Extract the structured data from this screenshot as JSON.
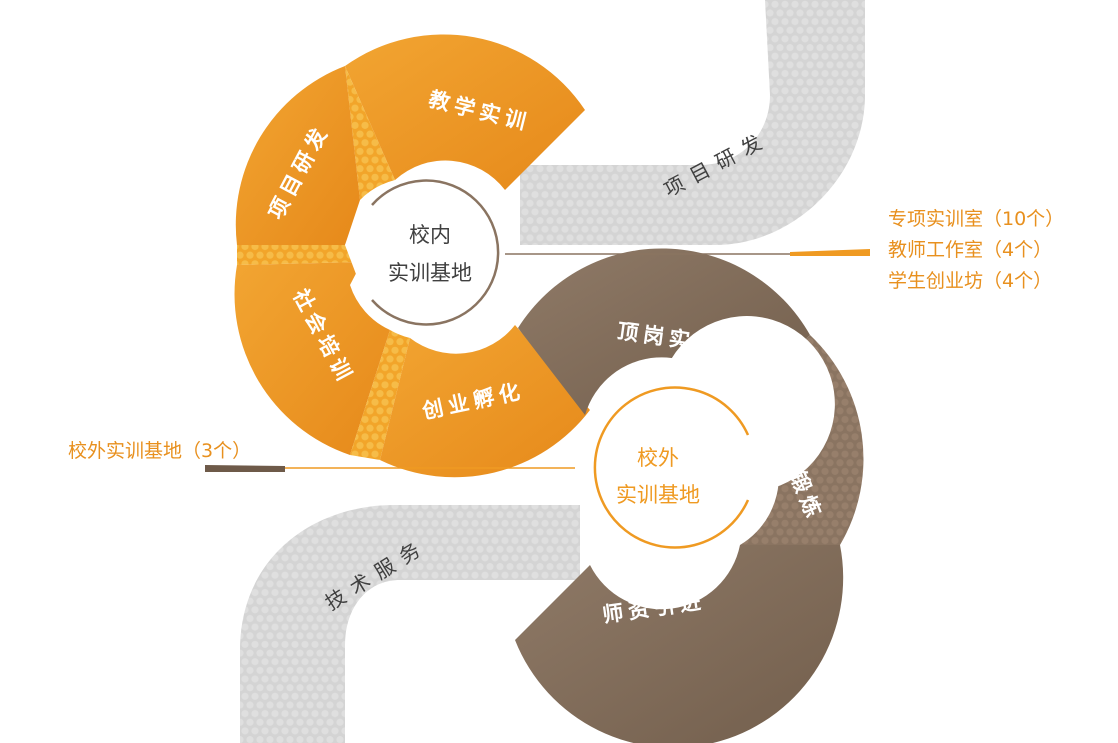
{
  "colors": {
    "orange": "#ef9a22",
    "orange_dark": "#d97f12",
    "orange_light": "#f6b840",
    "brown": "#8a7461",
    "brown_dark": "#6e5a49",
    "gray_road": "#d6d6d6",
    "label_orange": "#e8901e"
  },
  "inner_base": {
    "title_line1": "校内",
    "title_line2": "实训基地",
    "segments": [
      "教学实训",
      "项目研发",
      "社会培训",
      "创业孵化"
    ],
    "road_label": "项目研发",
    "side_labels": [
      "专项实训室（10个）",
      "教师工作室（4个）",
      "学生创业坊（4个）"
    ]
  },
  "outer_base": {
    "title_line1": "校外",
    "title_line2": "实训基地",
    "segments": [
      "顶岗实习",
      "挂职锻炼",
      "师资引进"
    ],
    "road_label": "技术服务",
    "side_label": "校外实训基地（3个）"
  }
}
